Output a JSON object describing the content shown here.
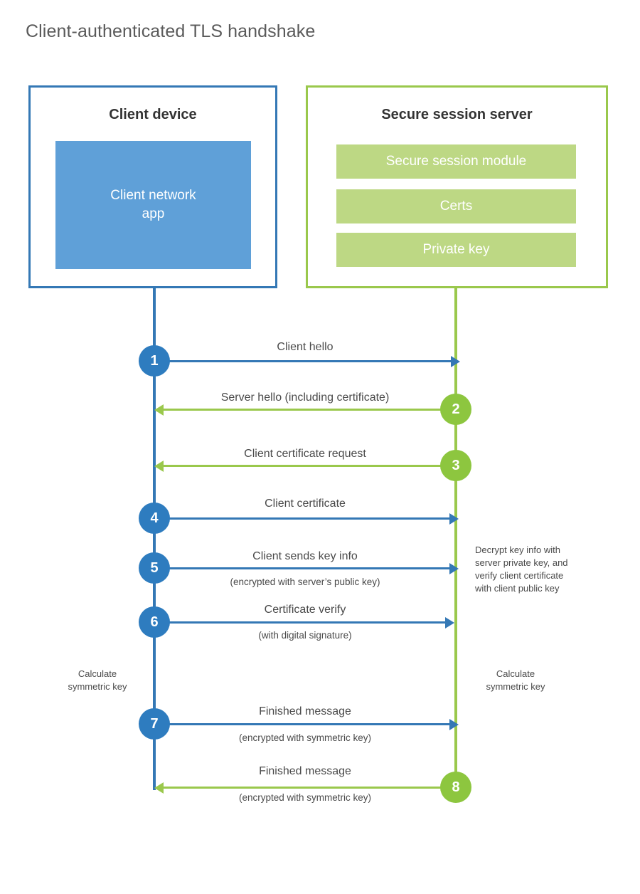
{
  "title": "Client-authenticated TLS handshake",
  "nodes": {
    "client": {
      "title": "Client device",
      "app_label": "Client network\napp",
      "border_color": "#3478b5",
      "app_color": "#5fa0d8"
    },
    "server": {
      "title": "Secure session server",
      "border_color": "#9ac84c",
      "bar_color": "#bdd884",
      "bars": [
        {
          "label": "Secure session module"
        },
        {
          "label": "Certs"
        },
        {
          "label": "Private key"
        }
      ]
    }
  },
  "colors": {
    "blue_line": "#3478b5",
    "green_line": "#9ac84c",
    "blue_circle": "#2e7cbf",
    "green_circle": "#8dc63f",
    "text": "#4a4a4a",
    "title_text": "#5a5a5a",
    "heading_text": "#333333"
  },
  "steps": [
    {
      "number": "1",
      "label": "Client hello",
      "sublabel": "",
      "direction": "client-to-server",
      "color": "blue"
    },
    {
      "number": "2",
      "label": "Server hello (including certificate)",
      "sublabel": "",
      "direction": "server-to-client",
      "color": "green"
    },
    {
      "number": "3",
      "label": "Client certificate request",
      "sublabel": "",
      "direction": "server-to-client",
      "color": "green"
    },
    {
      "number": "4",
      "label": "Client certificate",
      "sublabel": "",
      "direction": "client-to-server",
      "color": "blue"
    },
    {
      "number": "5",
      "label": "Client sends key info",
      "sublabel": "(encrypted with server’s public key)",
      "direction": "client-to-server",
      "color": "blue"
    },
    {
      "number": "6",
      "label": "Certificate verify",
      "sublabel": "(with digital signature)",
      "direction": "client-to-server",
      "color": "blue"
    },
    {
      "number": "7",
      "label": "Finished message",
      "sublabel": "(encrypted with symmetric key)",
      "direction": "client-to-server",
      "color": "blue"
    },
    {
      "number": "8",
      "label": "Finished message",
      "sublabel": "(encrypted with symmetric key)",
      "direction": "server-to-client",
      "color": "green"
    }
  ],
  "notes": {
    "server_decrypt": "Decrypt key info with\nserver private key, and\nverify client certificate\nwith client public key",
    "client_calculate": "Calculate\nsymmetric key",
    "server_calculate": "Calculate\nsymmetric key"
  }
}
